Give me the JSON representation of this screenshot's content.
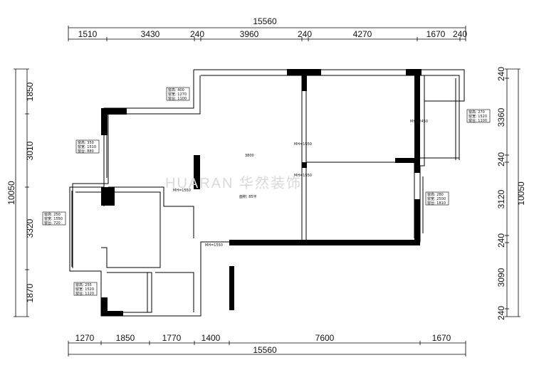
{
  "plan": {
    "top_total": "15560",
    "bottom_total": "15560",
    "top_segments": [
      "1510",
      "3430",
      "240",
      "3960",
      "240",
      "4270",
      "1670",
      "240"
    ],
    "bottom_segments": [
      "1270",
      "1850",
      "1770",
      "1400",
      "7600",
      "1670"
    ],
    "left_total": "10050",
    "left_segments": [
      "1850",
      "3010",
      "3320",
      "1870"
    ],
    "right_total": "10050",
    "right_segments": [
      "240",
      "3360",
      "240",
      "3120",
      "240",
      "3090",
      "240"
    ],
    "labels": {
      "mh_living": "MH=1550",
      "mh_mid": "MH=1550",
      "mh_kitchen": "MH=1550",
      "mh_balcony": "MH=2450",
      "mh_room": "MH=1550",
      "center_small": "3800",
      "center_area": "面积: 85平"
    },
    "window_tags": {
      "top_left": [
        "窗高: 400",
        "窗宽: 1270",
        "窗台: 1100"
      ],
      "left_upper": [
        "窗高: 350",
        "窗宽: 1510",
        "窗台: 880"
      ],
      "left_lower": [
        "窗高: 250",
        "窗宽: 1550",
        "窗台: 720"
      ],
      "bottom_left": [
        "窗高: 255",
        "窗宽: 1520",
        "窗台: 1120"
      ],
      "right_upper": [
        "窗高: 270",
        "窗宽: 1520",
        "窗台: 1100"
      ],
      "right_lower": [
        "窗高: 280",
        "窗宽: 2500",
        "窗台: 1810"
      ]
    },
    "watermark": "HUARAN 华然装饰"
  }
}
